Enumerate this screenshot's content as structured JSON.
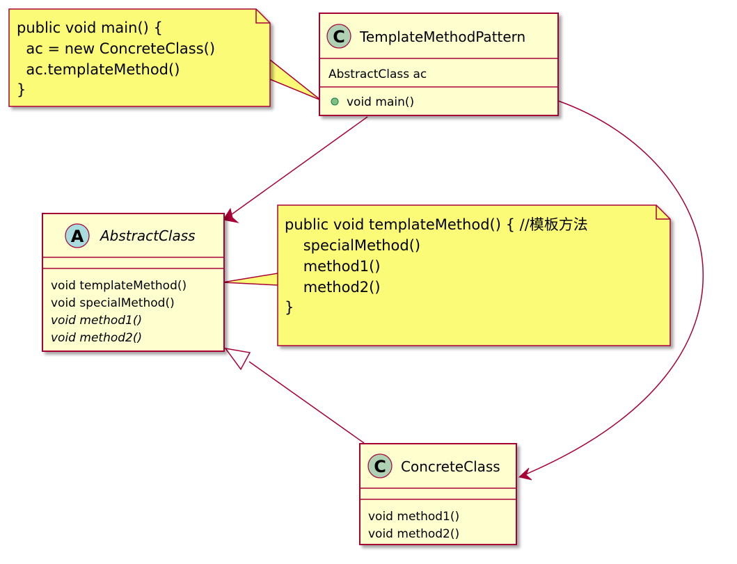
{
  "colors": {
    "class_fill": "#FEFECE",
    "class_border": "#A80036",
    "note_fill": "#FBFB77",
    "note_border": "#A80036",
    "edge": "#A80036",
    "class_circle": "#ADD1B2",
    "abstract_circle": "#A9DCDF",
    "public_dot": "#84BE84"
  },
  "note_main": {
    "lines": [
      "public  void main() {",
      "  ac = new ConcreteClass()",
      "  ac.templateMethod()",
      "}"
    ]
  },
  "note_template": {
    "lines": [
      "public void templateMethod() { //模板方法",
      "    specialMethod()",
      "    method1()",
      "    method2()",
      "}"
    ]
  },
  "classes": {
    "template_pattern": {
      "stereotype_letter": "C",
      "name": "TemplateMethodPattern",
      "fields": [
        "AbstractClass ac"
      ],
      "methods": [
        {
          "text": "void main()",
          "visibility": "public"
        }
      ]
    },
    "abstract_class": {
      "stereotype_letter": "A",
      "name": "AbstractClass",
      "fields": [],
      "methods": [
        {
          "text": "void templateMethod()",
          "italic": false
        },
        {
          "text": "void specialMethod()",
          "italic": false
        },
        {
          "text": "void method1()",
          "italic": true
        },
        {
          "text": "void method2()",
          "italic": true
        }
      ]
    },
    "concrete_class": {
      "stereotype_letter": "C",
      "name": "ConcreteClass",
      "fields": [],
      "methods": [
        {
          "text": "void method1()"
        },
        {
          "text": "void method2()"
        }
      ]
    }
  }
}
